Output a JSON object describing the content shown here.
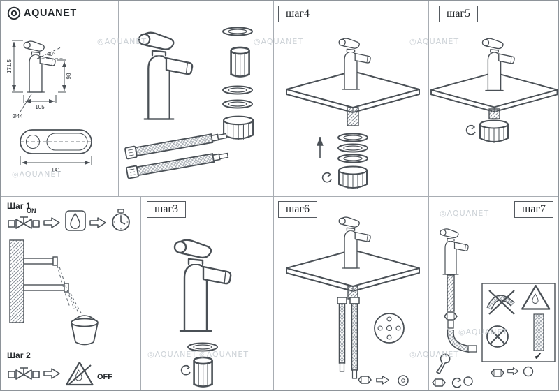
{
  "brand": {
    "name": "AQUANET"
  },
  "watermark": {
    "text": "◎AQUANET"
  },
  "dimensions": {
    "height": "171.5",
    "angle": "40°",
    "reach": "105",
    "spout_height": "98",
    "base_diameter": "Ø44",
    "base_length": "141"
  },
  "steps": {
    "step1": {
      "label": "Шаг 1",
      "on": "ON"
    },
    "step2": {
      "label": "Шаг 2",
      "off": "OFF"
    },
    "step3": {
      "label": "шаг3"
    },
    "step4": {
      "label": "шаг4"
    },
    "step5": {
      "label": "шаг5"
    },
    "step6": {
      "label": "шаг6"
    },
    "step7": {
      "label": "шаг7",
      "check": "✓"
    }
  }
}
